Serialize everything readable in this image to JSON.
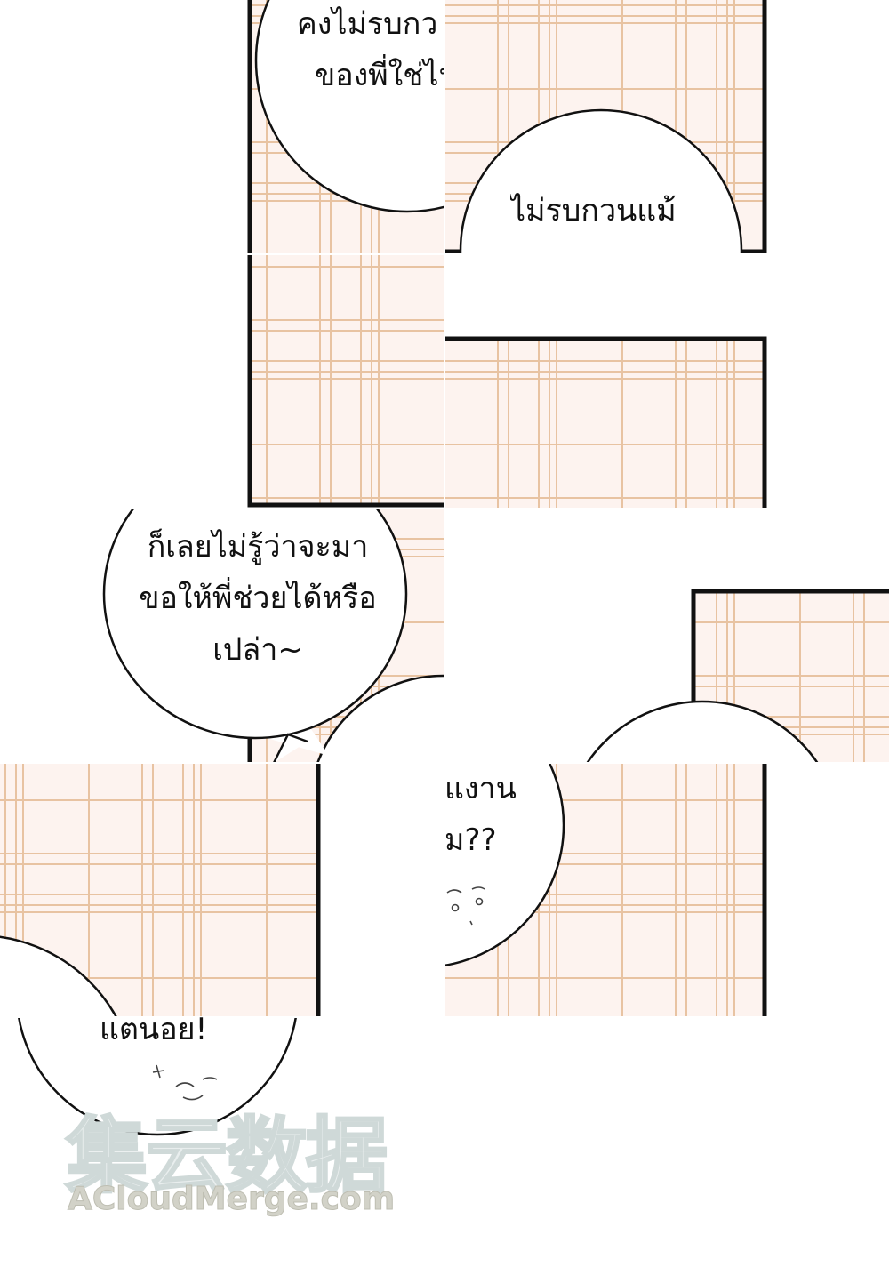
{
  "colors": {
    "panel_fill": "#fdf3ef",
    "grid_line": "#e8c3a2",
    "ink": "#111111",
    "bubble_fill": "#ffffff"
  },
  "bubbles": [
    {
      "id": "top-left",
      "lines": [
        "คงไม่รบกว",
        "ของพี่ใช่ไห"
      ]
    },
    {
      "id": "top-right",
      "lines": [
        "ไม่รบกวนแม้"
      ]
    },
    {
      "id": "middle-left",
      "lines": [
        "ก็เลยไม่รู้ว่าจะมา",
        "ขอให้พี่ช่วยได้หรือ",
        "เปล่า~"
      ]
    },
    {
      "id": "lower-right",
      "lines": [
        "แงาน",
        "ม??"
      ]
    },
    {
      "id": "bottom-left",
      "lines": [
        "แตนอย!"
      ]
    }
  ],
  "watermark": {
    "han": "集云数据",
    "url": "ACloudMerge.com"
  }
}
